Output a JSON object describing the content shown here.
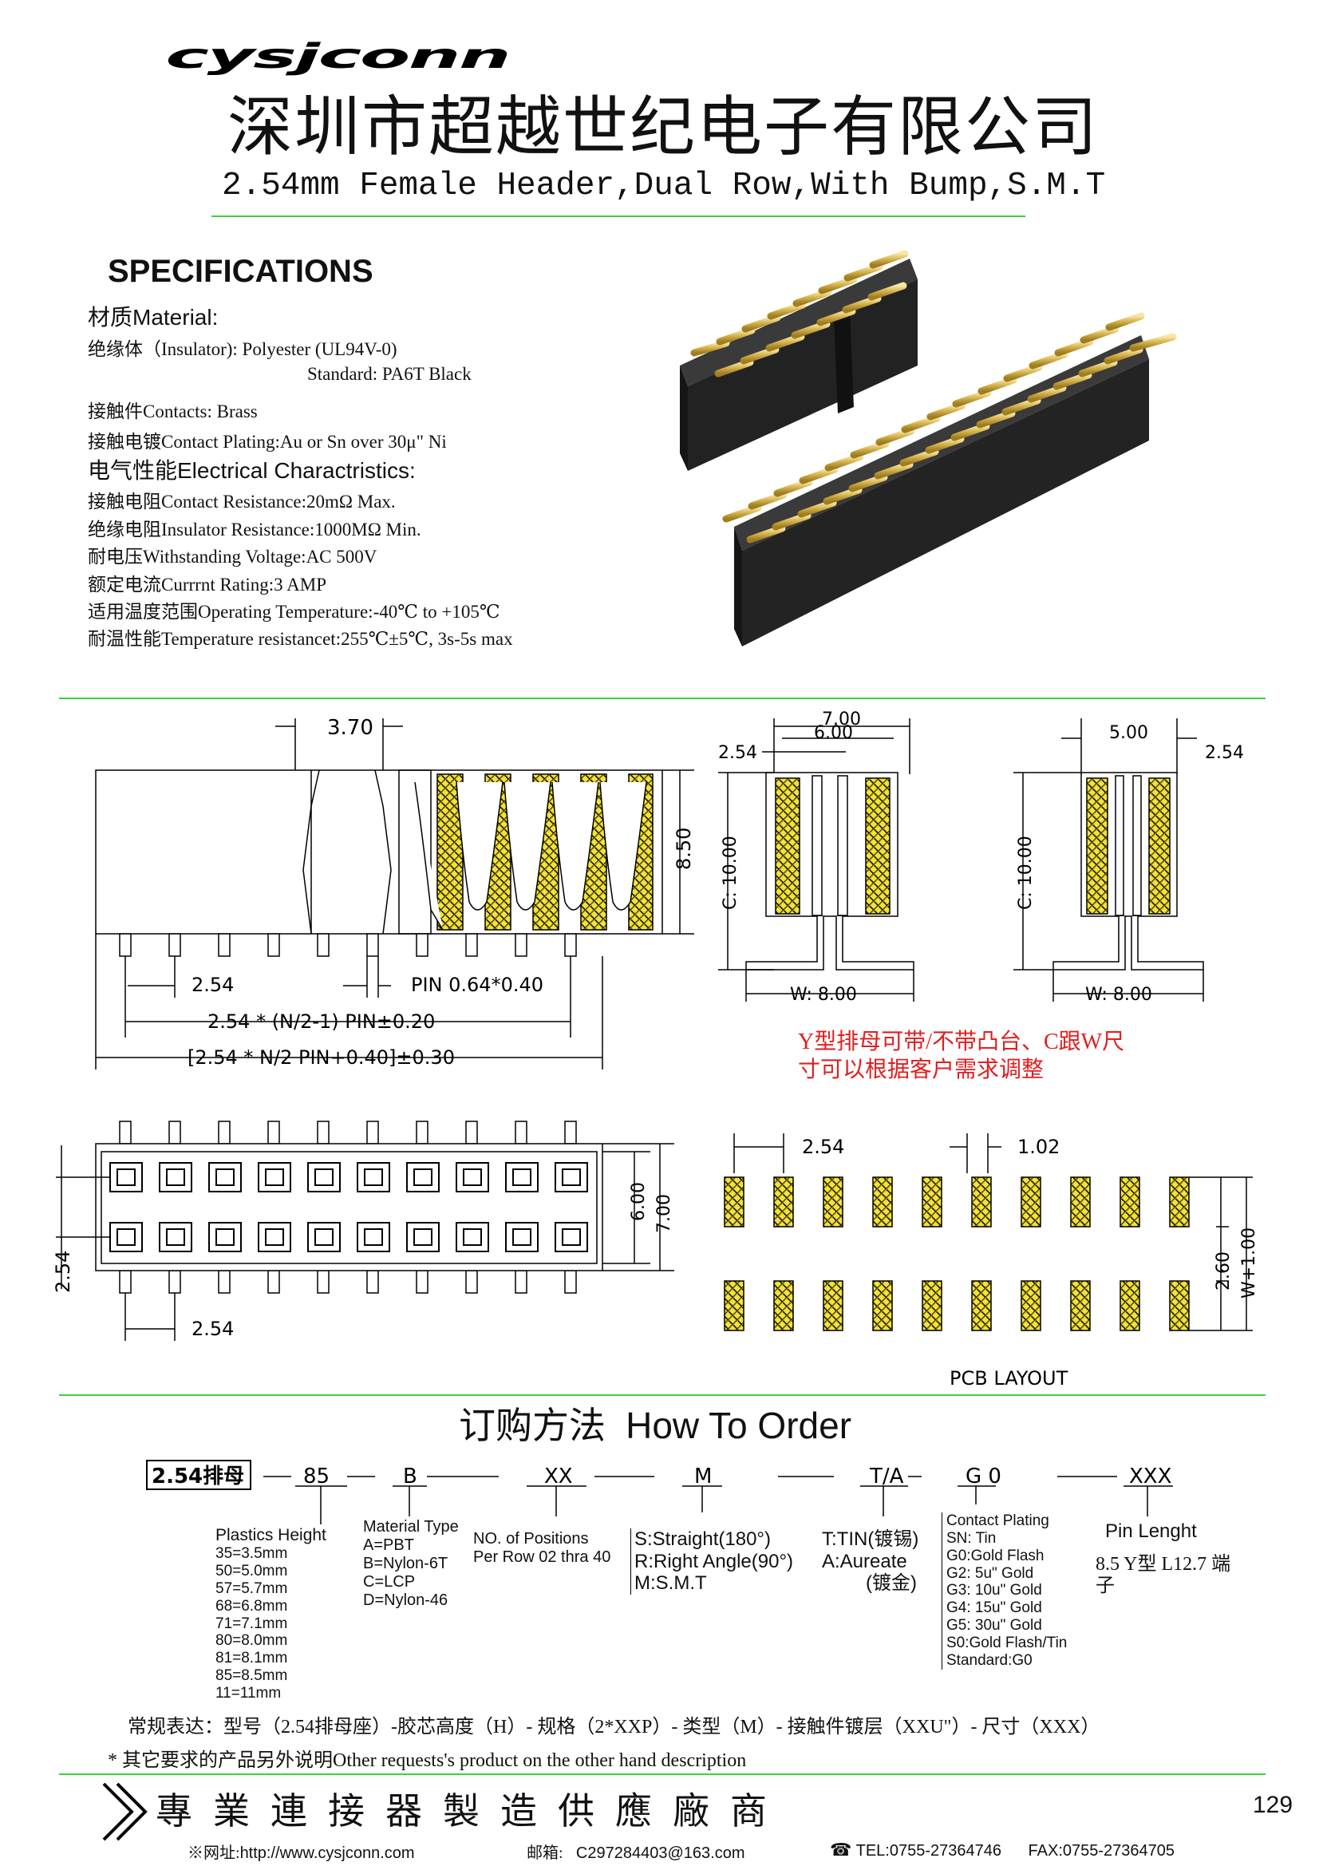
{
  "header": {
    "logo_text": "cysjconn",
    "company_name": "深圳市超越世纪电子有限公司",
    "product_title": "2.54mm Female Header,Dual Row,With Bump,S.M.T"
  },
  "specs": {
    "heading": "SPECIFICATIONS",
    "material_label": "材质Material:",
    "insulator": "绝缘体（Insulator): Polyester (UL94V-0)",
    "insulator_standard": "Standard: PA6T Black",
    "contacts": "接触件Contacts: Brass",
    "plating": "接触电镀Contact Plating:Au or Sn over 30μ\" Ni",
    "electrical_label": "电气性能Electrical Charactristics:",
    "contact_resistance": "接触电阻Contact Resistance:20mΩ Max.",
    "insulator_resistance": "绝缘电阻Insulator Resistance:1000MΩ Min.",
    "withstanding_voltage": "耐电压Withstanding Voltage:AC 500V",
    "current_rating": "额定电流Currrnt Rating:3 AMP",
    "operating_temp": "适用温度范围Operating Temperature:-40℃ to +105℃",
    "temp_resistance": "耐温性能Temperature resistancet:255℃±5℃, 3s-5s max"
  },
  "side_view": {
    "dim_top": "3.70",
    "dim_height": "8.50",
    "dim_pitch": "2.54",
    "dim_pin": "PIN 0.64*0.40",
    "dim_formula1": "2.54 * (N/2-1) PIN±0.20",
    "dim_formula2": "[2.54 * N/2 PIN+0.40]±0.30"
  },
  "section_a": {
    "dim_outer": "7.00",
    "dim_inner": "6.00",
    "dim_pitch": "2.54",
    "dim_c": "C: 10.00",
    "dim_w": "W: 8.00"
  },
  "section_b": {
    "dim_inner": "5.00",
    "dim_pitch": "2.54",
    "dim_c": "C: 10.00",
    "dim_w": "W: 8.00"
  },
  "red_note": {
    "line1": "Y型排母可带/不带凸台、C跟W尺",
    "line2": "寸可以根据客户需求调整"
  },
  "top_view": {
    "dim_width_inner": "6.00",
    "dim_width_outer": "7.00",
    "dim_row_pitch": "2.54",
    "dim_pitch": "2.54"
  },
  "pcb": {
    "dim_pitch": "2.54",
    "dim_pad": "1.02",
    "dim_pad_len": "2.60",
    "dim_w": "W+1.00",
    "caption": "PCB LAYOUT"
  },
  "order": {
    "title_cn": "订购方法",
    "title_en": "How To Order",
    "part_prefix": "2.54排母",
    "codes": [
      "85",
      "B",
      "XX",
      "M",
      "T/A",
      "G 0",
      "XXX"
    ],
    "plastic_height": {
      "label": "Plastics Height",
      "items": [
        "35=3.5mm",
        "50=5.0mm",
        "57=5.7mm",
        "68=6.8mm",
        "71=7.1mm",
        "80=8.0mm",
        "81=8.1mm",
        "85=8.5mm",
        "11=11mm"
      ]
    },
    "material_type": {
      "label": "Material Type",
      "items": [
        "A=PBT",
        "B=Nylon-6T",
        "C=LCP",
        "D=Nylon-46"
      ]
    },
    "positions": {
      "label": "NO. of Positions",
      "items": [
        "Per Row  02 thra 40"
      ]
    },
    "type": {
      "items": [
        "S:Straight(180°)",
        "R:Right Angle(90°)",
        "M:S.M.T"
      ]
    },
    "tin": {
      "items": [
        "T:TIN(镀锡)",
        "A:Aureate",
        "(镀金)"
      ]
    },
    "contact_plating": {
      "label": "Contact Plating",
      "items": [
        "SN: Tin",
        "G0:Gold Flash",
        "G2:  5u\" Gold",
        "G3: 10u\" Gold",
        "G4: 15u\" Gold",
        "G5: 30u\" Gold",
        "S0:Gold Flash/Tin",
        "Standard:G0"
      ]
    },
    "pin_length": {
      "label": "Pin Lenght",
      "note1": "8.5 Y型 L12.7 端",
      "note2": "子"
    },
    "regular_expr": "常规表达：型号（2.54排母座）-胶芯高度（H）- 规格（2*XXP）- 类型（M）- 接触件镀层（XXU\"）- 尺寸（XXX）",
    "other_note": "* 其它要求的产品另外说明Other requests's product on the other hand description"
  },
  "footer": {
    "slogan": "專業連接器製造供應廠商",
    "page_number": "129",
    "website_label": "※网址:",
    "website": "http://www.cysjconn.com",
    "email_label": "邮箱:",
    "email": "C297284403@163.com",
    "tel": "TEL:0755-27364746",
    "fax": "FAX:0755-27364705"
  },
  "colors": {
    "accent_green": "#3fd13f",
    "note_red": "#e02020",
    "hatch_yellow": "#f2e23c"
  }
}
